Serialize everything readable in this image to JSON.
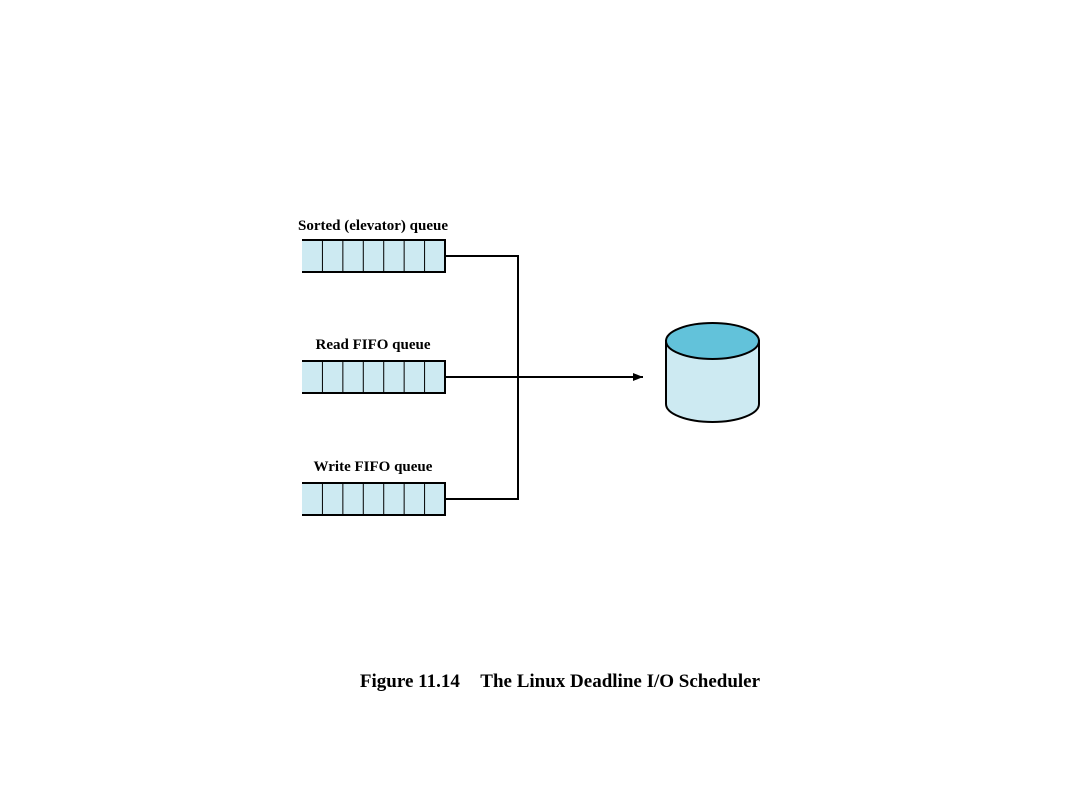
{
  "diagram": {
    "queues": [
      {
        "label": "Sorted (elevator) queue"
      },
      {
        "label": "Read FIFO queue"
      },
      {
        "label": "Write FIFO queue"
      }
    ],
    "slots_per_queue": 7,
    "caption": {
      "figure_number": "Figure 11.14",
      "title": "The Linux Deadline I/O Scheduler"
    }
  },
  "colors": {
    "queue_fill": "#cdeaf2",
    "disk_top": "#62c2da",
    "disk_body": "#cdeaf2",
    "stroke": "#000000"
  }
}
